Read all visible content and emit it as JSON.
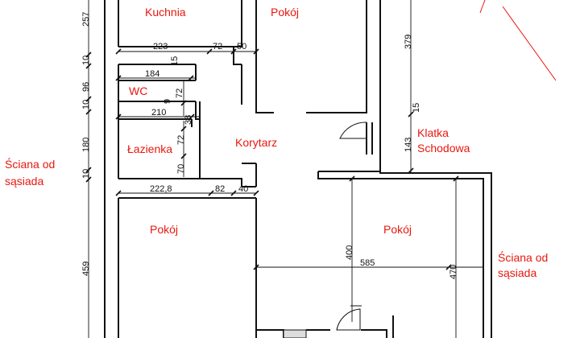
{
  "rooms": {
    "kitchen": "Kuchnia",
    "room_top": "Pokój",
    "wc": "WC",
    "bathroom": "Łazienka",
    "corridor": "Korytarz",
    "stair_1": "Klatka",
    "stair_2": "Schodowa",
    "room_left": "Pokój",
    "room_right": "Pokój"
  },
  "neighbor_walls": {
    "left_1": "Ściana od",
    "left_2": "sąsiada",
    "right_1": "Ściana od",
    "right_2": "sąsiada"
  },
  "dimensions": {
    "kitchen_width": "223",
    "kitchen_gap": "72",
    "kitchen_wall": "50",
    "wc_width": "184",
    "wc_small": "15",
    "wc_door": "72",
    "wc_small2": "9",
    "bath_width": "210",
    "bath_38": "38",
    "bath_door": "72",
    "bath_70": "70",
    "left_room_width": "222,8",
    "left_room_gap": "82",
    "left_room_wall": "40",
    "right_room_width": "585",
    "right_room_depth": "400",
    "right_room_depth2": "470",
    "v_257": "257",
    "v_10a": "10",
    "v_96": "96",
    "v_10b": "10",
    "v_180": "180",
    "v_10c": "10",
    "v_459": "459",
    "v_379": "379",
    "v_143": "143",
    "v_15": "15"
  }
}
